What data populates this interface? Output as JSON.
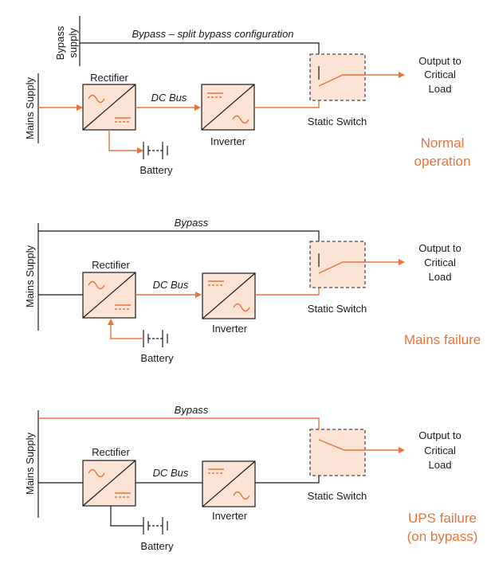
{
  "colors": {
    "accent": "#e8743b",
    "line": "#1a1a1a",
    "block_fill": "#fbe3d5",
    "background": "#ffffff"
  },
  "labels": {
    "rectifier": "Rectifier",
    "inverter": "Inverter",
    "dc_bus": "DC Bus",
    "battery": "Battery",
    "static_switch": "Static Switch",
    "mains_supply": "Mains Supply",
    "output_line1": "Output to",
    "output_line2": "Critical",
    "output_line3": "Load"
  },
  "panels": [
    {
      "state_line1": "Normal",
      "state_line2": "operation",
      "bypass_label": "Bypass – split bypass configuration",
      "bypass_supply_line1": "Bypass",
      "bypass_supply_line2": "supply"
    },
    {
      "state_line1": "Mains failure",
      "bypass_label": "Bypass"
    },
    {
      "state_line1": "UPS failure",
      "state_line2": "(on bypass)",
      "bypass_label": "Bypass"
    }
  ]
}
